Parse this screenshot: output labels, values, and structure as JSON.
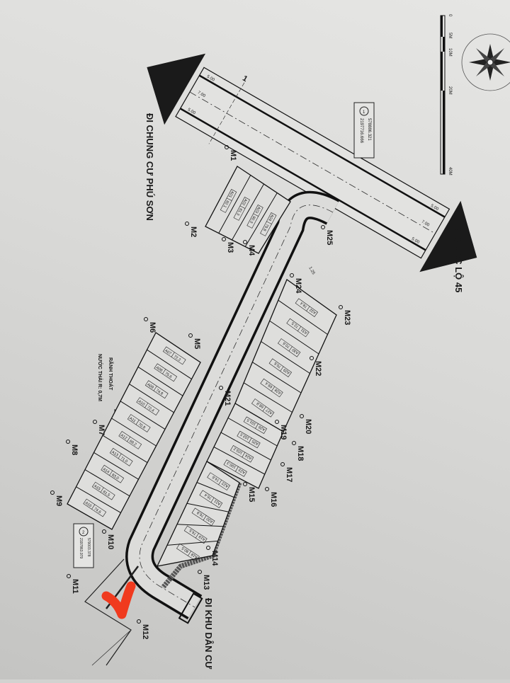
{
  "labels": {
    "to_phu_son": "ĐI CHUNG CƯ PHÚ SƠN",
    "to_ql45": "ĐI QUỐC LỘ 45",
    "to_residential": "ĐI KHU DÂN CƯ",
    "drain_line1": "RÃNH THOÁT",
    "drain_line2": "NƯỚC THẢI R: 0,7M"
  },
  "scale_bar": {
    "ticks": [
      "0",
      "5M",
      "10M",
      "20M",
      "40M"
    ]
  },
  "compass": "compass-rose-icon",
  "coordinate_points": [
    {
      "id": "1",
      "x": "578886.321",
      "y": "2197716.666"
    },
    {
      "id": "2",
      "x": "579003.378",
      "y": "2197863.979"
    }
  ],
  "main_road": {
    "widths": [
      "5.00",
      "7.00",
      "5.00"
    ],
    "section": "1",
    "dim_125": "1.25"
  },
  "markers": [
    "M1",
    "M2",
    "M3",
    "M4",
    "M5",
    "M6",
    "M7",
    "M8",
    "M9",
    "M10",
    "M11",
    "M12",
    "M13",
    "M14",
    "M15",
    "M16",
    "M17",
    "M18",
    "M19",
    "M20",
    "M21",
    "M22",
    "M23",
    "M24",
    "M25"
  ],
  "lot_blocks": [
    {
      "name": "block-a01-a04",
      "lots": [
        {
          "id": "A01",
          "area": "82.1"
        },
        {
          "id": "A02",
          "area": "81.3"
        },
        {
          "id": "A03",
          "area": "80.3"
        },
        {
          "id": "A04",
          "area": "79.8"
        }
      ]
    },
    {
      "name": "block-a07-a16",
      "lots": [
        {
          "id": "A07",
          "area": "72.2"
        },
        {
          "id": "A08",
          "area": "75.6"
        },
        {
          "id": "A09",
          "area": "74.8"
        },
        {
          "id": "A10",
          "area": "72.4"
        },
        {
          "id": "A11",
          "area": "70.8"
        },
        {
          "id": "A12",
          "area": "69.2"
        },
        {
          "id": "A13",
          "area": "71.0"
        },
        {
          "id": "A14",
          "area": "83.0"
        },
        {
          "id": "A15",
          "area": "81.5"
        },
        {
          "id": "A16",
          "area": "74.6"
        }
      ]
    },
    {
      "name": "block-a32-a27",
      "lots": [
        {
          "id": "A32",
          "area": "78.4"
        },
        {
          "id": "A31",
          "area": "72.5"
        },
        {
          "id": "A30",
          "area": "70.6"
        },
        {
          "id": "A29",
          "area": "70.6"
        },
        {
          "id": "A28",
          "area": "69.4"
        },
        {
          "id": "A27",
          "area": "68.8"
        }
      ]
    },
    {
      "name": "block-a26-a23",
      "lots": [
        {
          "id": "A26",
          "area": "101.5"
        },
        {
          "id": "A25",
          "area": "102.5"
        },
        {
          "id": "A24",
          "area": "103.2"
        },
        {
          "id": "A23",
          "area": "100.3"
        }
      ]
    },
    {
      "name": "block-a22-a18",
      "lots": [
        {
          "id": "A22",
          "area": "74.6"
        },
        {
          "id": "A21",
          "area": "76.4"
        },
        {
          "id": "A20",
          "area": "76.8"
        },
        {
          "id": "A19",
          "area": "76.5"
        },
        {
          "id": "A18",
          "area": "80.5"
        }
      ]
    }
  ],
  "colors": {
    "ink": "#1a1a1a",
    "check_mark": "#f03a1e",
    "paper": "#dcdcda"
  }
}
